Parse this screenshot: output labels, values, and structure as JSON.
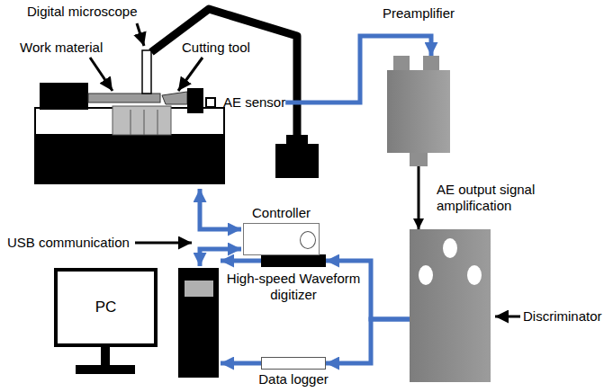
{
  "diagram": {
    "nodes": [
      {
        "text": [
          "AE sensor"
        ]
      },
      {
        "text": [
          "Preamplifier"
        ]
      },
      {
        "text": [
          "Discriminator"
        ]
      },
      {
        "text": [
          "High-speed Waveform digitizer"
        ]
      },
      {
        "text": [
          "Data logger"
        ]
      },
      {
        "text": [
          "Controller"
        ]
      },
      {
        "text": [
          "PC"
        ]
      }
    ],
    "edges": [
      {
        "from": 0,
        "to": 1,
        "arrow": "to"
      },
      {
        "from": 1,
        "to": 2,
        "label": "AE output signal amplification",
        "arrow": "to"
      },
      {
        "from": 2,
        "to": 3,
        "arrow": "to"
      },
      {
        "from": 2,
        "to": 4,
        "arrow": "to"
      }
    ],
    "labels": [
      "Digital microscope",
      "Work material",
      "Cutting tool",
      "USB communication"
    ]
  }
}
